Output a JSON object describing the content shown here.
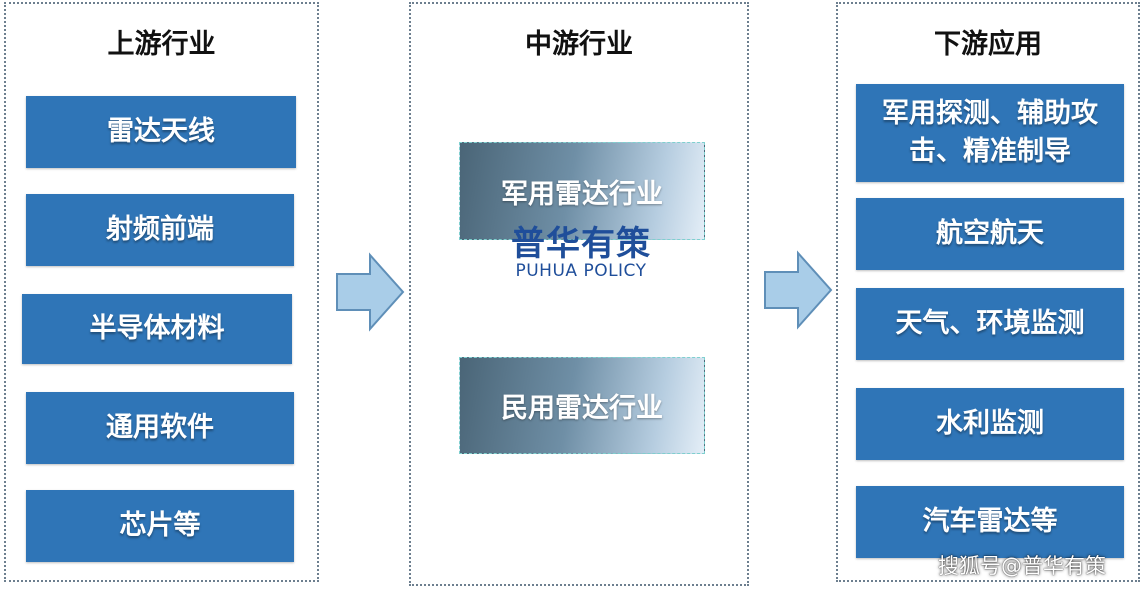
{
  "upstream": {
    "title": "上游行业",
    "items": [
      "雷达天线",
      "射频前端",
      "半导体材料",
      "通用软件",
      "芯片等"
    ]
  },
  "midstream": {
    "title": "中游行业",
    "items": [
      "军用雷达行业",
      "民用雷达行业"
    ]
  },
  "downstream": {
    "title": "下游应用",
    "items": [
      "军用探测、辅助攻击、精准制导",
      "航空航天",
      "天气、环境监测",
      "水利监测",
      "汽车雷达等"
    ]
  },
  "watermark": {
    "cn": "普华有策",
    "en": "PUHUA POLICY"
  },
  "credit": "搜狐号@普华有策",
  "colors": {
    "box_fill": "#2f75b7",
    "arrow_fill": "#a9cde8",
    "arrow_stroke": "#5f8fb8",
    "watermark": "#1f4e9a"
  }
}
